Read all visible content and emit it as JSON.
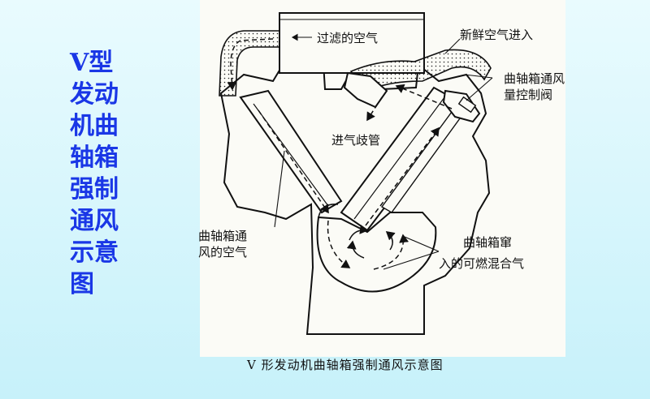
{
  "slide": {
    "side_title": [
      "V型",
      "发动",
      "机曲",
      "轴箱",
      "强制",
      "通风",
      "示意",
      "图"
    ],
    "caption": "V 形发动机曲轴箱强制通风示意图"
  },
  "diagram": {
    "labels": {
      "filtered_air": "过滤的空气",
      "fresh_air_in": "新鲜空气进入",
      "pcv_valve_1": "曲轴箱通风",
      "pcv_valve_2": "量控制阀",
      "intake_manifold": "进气歧管",
      "crankcase_air_1": "曲轴箱通",
      "crankcase_air_2": "风的空气",
      "blowby_1": "曲轴箱窜",
      "blowby_2": "入的可燃混合气"
    }
  }
}
